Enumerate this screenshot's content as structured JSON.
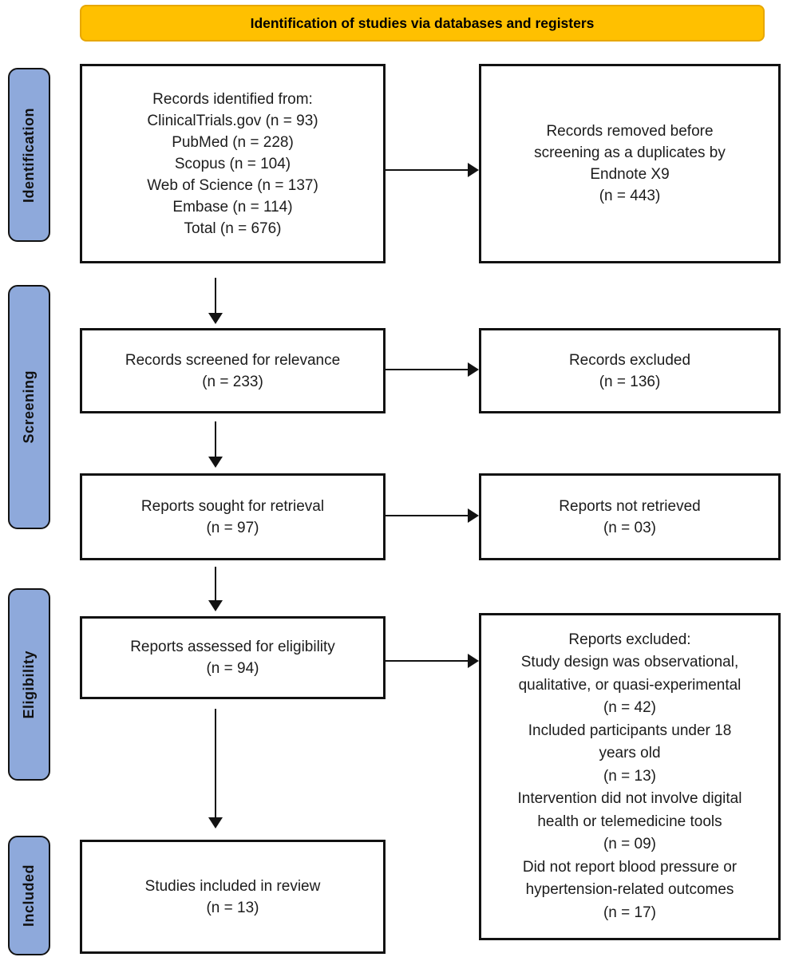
{
  "banner": {
    "title": "Identification of studies via databases and registers"
  },
  "colors": {
    "banner_bg": "#FFC000",
    "stage_bg": "#8EA9DB",
    "box_border": "#121212",
    "text": "#1c1c1c"
  },
  "stages": {
    "identification": "Identification",
    "screening": "Screening",
    "eligibility": "Eligibility",
    "included": "Included"
  },
  "boxes": {
    "records_identified": {
      "lines": [
        "Records identified from:",
        "ClinicalTrials.gov (n = 93)",
        "PubMed (n = 228)",
        "Scopus (n = 104)",
        "Web of Science (n = 137)",
        "Embase (n = 114)",
        "Total (n = 676)"
      ]
    },
    "records_removed": {
      "lines": [
        "Records removed before",
        "screening as a duplicates by",
        "Endnote X9",
        "(n = 443)"
      ]
    },
    "records_screened": {
      "lines": [
        "Records screened for relevance",
        "(n = 233)"
      ]
    },
    "records_excluded": {
      "lines": [
        "Records excluded",
        "(n = 136)"
      ]
    },
    "reports_sought": {
      "lines": [
        "Reports sought for retrieval",
        "(n = 97)"
      ]
    },
    "reports_not_retrieved": {
      "lines": [
        "Reports not retrieved",
        "(n = 03)"
      ]
    },
    "reports_assessed": {
      "lines": [
        "Reports assessed for eligibility",
        "(n = 94)"
      ]
    },
    "reports_excluded": {
      "lines": [
        "Reports excluded:",
        "Study design was observational,",
        "qualitative, or quasi-experimental",
        "(n = 42)",
        "Included participants under 18",
        "years old",
        "(n = 13)",
        "Intervention did not involve digital",
        "health or telemedicine tools",
        "(n = 09)",
        "Did not report blood pressure or",
        "hypertension-related outcomes",
        "(n = 17)"
      ]
    },
    "studies_included": {
      "lines": [
        "Studies included in review",
        "(n = 13)"
      ]
    }
  }
}
